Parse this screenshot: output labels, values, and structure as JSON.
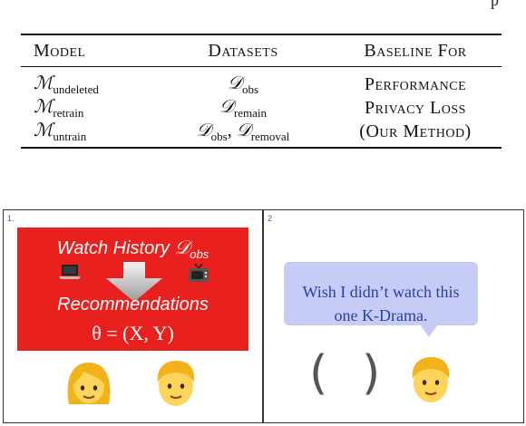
{
  "caption_fragment": "p",
  "table": {
    "headers": [
      "Model",
      "Datasets",
      "Baseline For"
    ],
    "rows": [
      {
        "model_symbol": "ℳ",
        "model_sub": "undeleted",
        "datasets": [
          {
            "sym": "𝒟",
            "sub": "obs"
          }
        ],
        "datasets_sep": "",
        "baseline": "Performance"
      },
      {
        "model_symbol": "ℳ",
        "model_sub": "retrain",
        "datasets": [
          {
            "sym": "𝒟",
            "sub": "remain"
          }
        ],
        "datasets_sep": "",
        "baseline": "Privacy Loss"
      },
      {
        "model_symbol": "ℳ",
        "model_sub": "untrain",
        "datasets": [
          {
            "sym": "𝒟",
            "sub": "obs"
          },
          {
            "sym": "𝒟",
            "sub": "removal"
          }
        ],
        "datasets_sep": ", ",
        "baseline": "(Our Method)"
      }
    ]
  },
  "panel1": {
    "number": "1.",
    "title_text": "Watch History ",
    "title_symbol": "𝒟",
    "title_sub": "obs",
    "recommendations": "Recommendations",
    "theta": "θ = (X, Y)",
    "icons": [
      "laptop-icon",
      "tv-icon",
      "woman-face-icon",
      "man-face-icon"
    ],
    "box_color": "#e8211f"
  },
  "panel2": {
    "number": "2",
    "bubble_line1": "Wish I didn’t watch this",
    "bubble_line2": "one K-Drama.",
    "paren_left": "(",
    "paren_right": ")",
    "icons": [
      "man-face-icon"
    ],
    "bubble_color": "#c7ccf6"
  }
}
